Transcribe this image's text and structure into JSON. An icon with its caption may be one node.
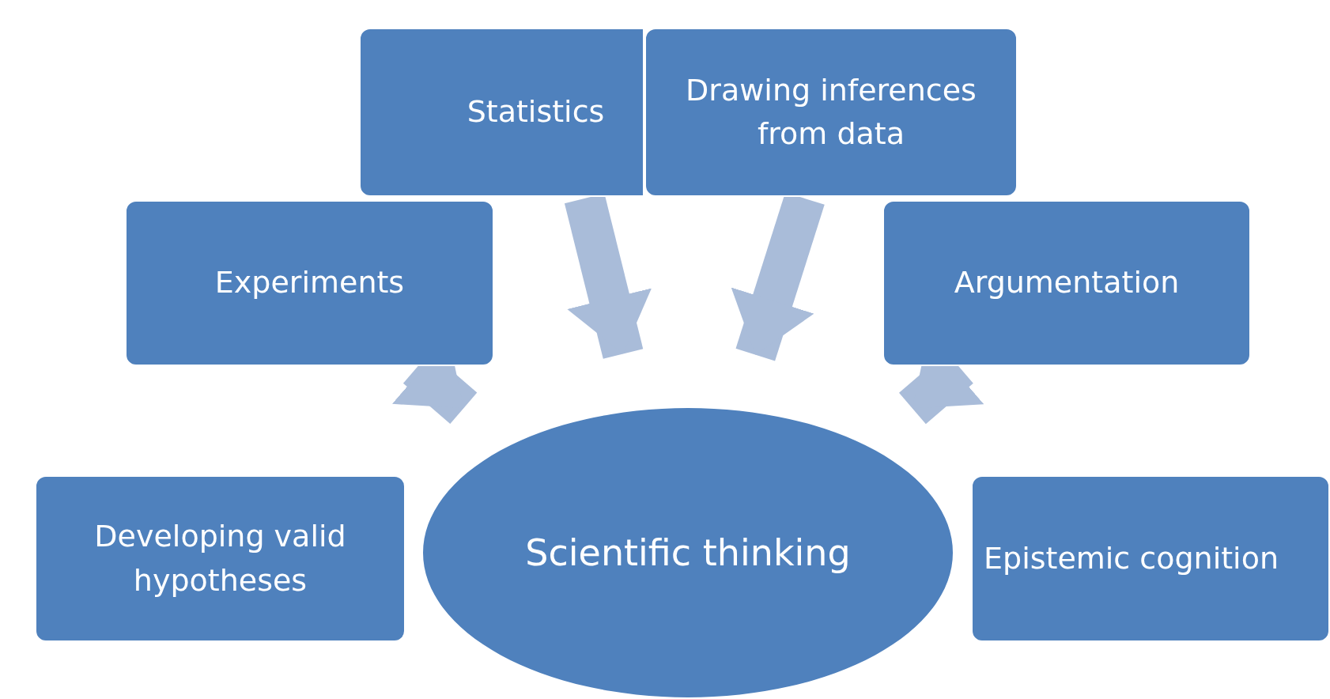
{
  "diagram": {
    "nodes": [
      {
        "text": [
          "Statistics"
        ]
      },
      {
        "text": [
          "Drawing inferences from data"
        ]
      },
      {
        "text": [
          "Experiments"
        ]
      },
      {
        "text": [
          "Argumentation"
        ]
      },
      {
        "text": [
          "Developing valid hypotheses"
        ]
      },
      {
        "text": [
          "Scientific thinking"
        ]
      },
      {
        "text": [
          "Epistemic cognition"
        ]
      }
    ],
    "edges": [
      {
        "from": 2,
        "to": 5,
        "arrow": "to"
      },
      {
        "from": 0,
        "to": 5,
        "arrow": "to"
      },
      {
        "from": 1,
        "to": 5,
        "arrow": "to"
      },
      {
        "from": 3,
        "to": 5,
        "arrow": "to"
      }
    ]
  }
}
